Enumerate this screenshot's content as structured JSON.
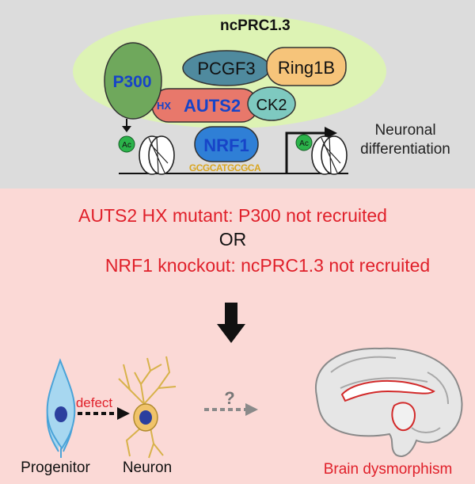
{
  "complex": {
    "name": "ncPRC1.3",
    "proteins": {
      "p300": "P300",
      "pcgf3": "PCGF3",
      "ring1b": "Ring1B",
      "hx": "HX",
      "auts2": "AUTS2",
      "ck2": "CK2",
      "nrf1": "NRF1"
    },
    "acetyl_label": "Ac",
    "motif": "GCGCATGCGCA",
    "outcome_line1": "Neuronal",
    "outcome_line2": "differentiation"
  },
  "conditions": {
    "line1": "AUTS2 HX mutant: P300 not recruited",
    "connector": "OR",
    "line2": "NRF1 knockout: ncPRC1.3 not recruited"
  },
  "bottom": {
    "defect_label": "defect",
    "question_mark": "?",
    "progenitor_label": "Progenitor",
    "neuron_label": "Neuron",
    "brain_label": "Brain dysmorphism"
  },
  "colors": {
    "top_background": "#dcdcdc",
    "bottom_background": "#fbd9d6",
    "complex_ellipse": "#ddf3b4",
    "p300": "#6fa85c",
    "pcgf3": "#4f8a9e",
    "ring1b": "#f6c47a",
    "hx_auts2": "#e8786b",
    "ck2": "#7ec9c0",
    "nrf1": "#2f7fd6",
    "text_red": "#e0202a",
    "text_blue": "#1744c8",
    "acetyl_green": "#2bb34a"
  }
}
